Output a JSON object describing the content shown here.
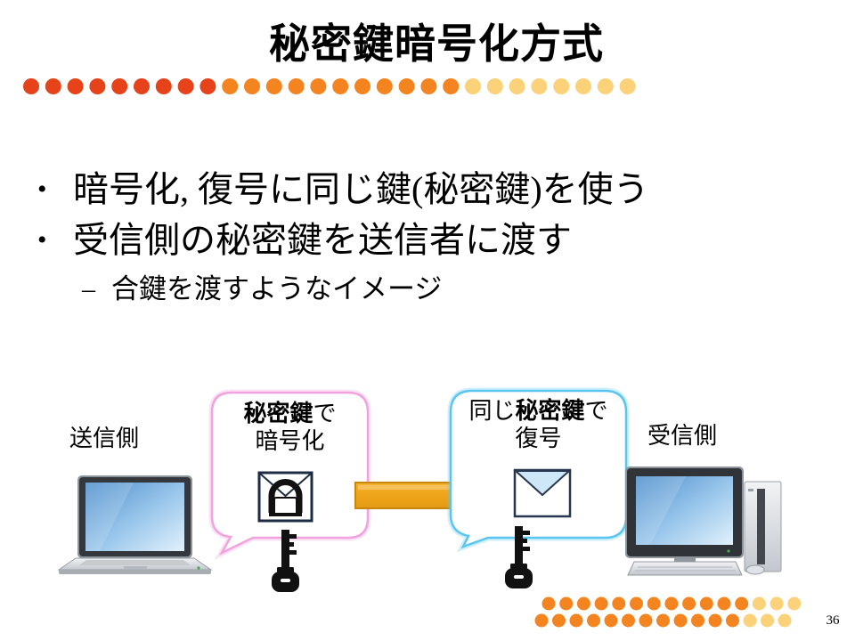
{
  "slide": {
    "title": "秘密鍵暗号化方式",
    "page_number": "36"
  },
  "bullets": [
    {
      "marker": "•",
      "text": "暗号化, 復号に同じ鍵(秘密鍵)を使う"
    },
    {
      "marker": "•",
      "text": "受信側の秘密鍵を送信者に渡す"
    }
  ],
  "sub_bullets": [
    {
      "marker": "–",
      "text": "合鍵を渡すようなイメージ"
    }
  ],
  "diagram": {
    "sender_label": "送信側",
    "receiver_label": "受信側",
    "encrypt_bubble": {
      "line1_bold": "秘密鍵",
      "line1_rest": "で",
      "line2": "暗号化"
    },
    "decrypt_bubble": {
      "line1_prefix": "同じ",
      "line1_bold": "秘密鍵",
      "line1_rest": "で",
      "line2": "復号"
    },
    "icons": {
      "sender_device": "laptop-icon",
      "encrypted_message": "locked-envelope-icon",
      "shared_key": "key-icon",
      "transfer": "arrow-right-icon",
      "decrypted_message": "envelope-icon",
      "receiver_device": "desktop-computer-icon"
    }
  },
  "colors": {
    "dot_red": "#e6431b",
    "dot_orange": "#f4841f",
    "dot_gold": "#fbd27a",
    "encrypt_bubble_border": "#f2a2de",
    "decrypt_bubble_border": "#58c6f1",
    "arrow_outline": "#c7870f"
  }
}
